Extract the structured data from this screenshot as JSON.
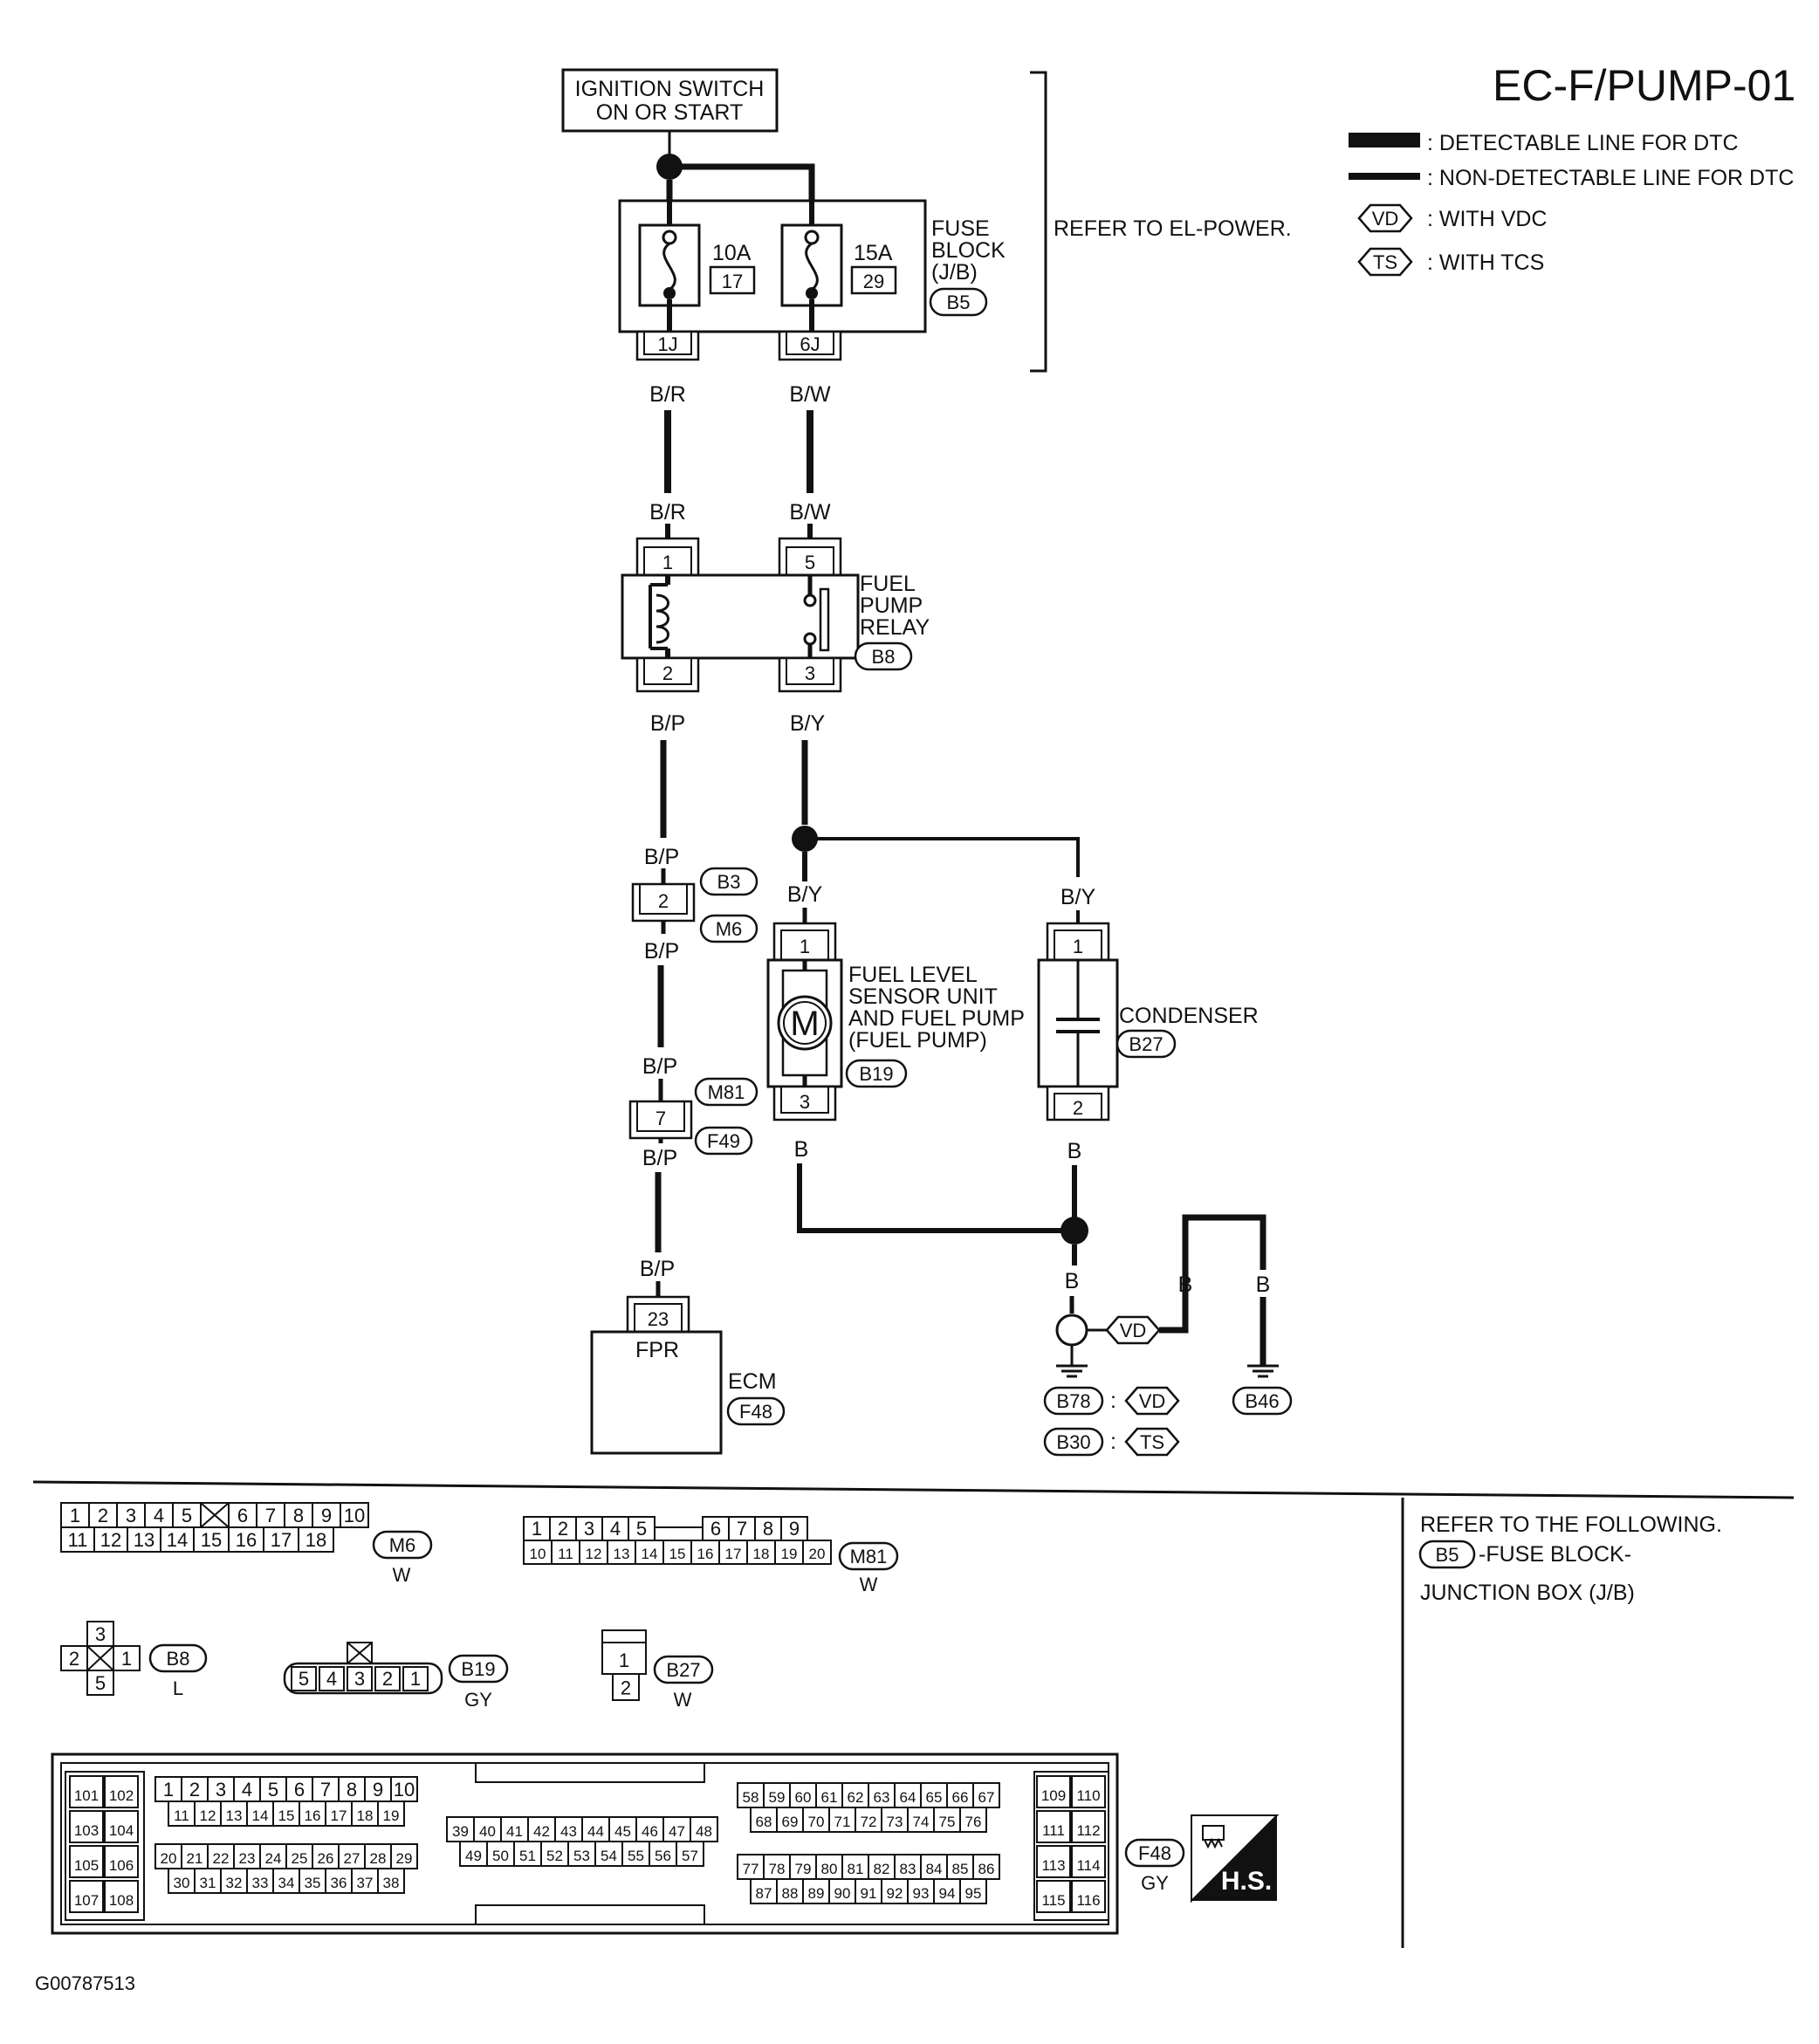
{
  "title": "EC-F/PUMP-01",
  "legend": {
    "detectable": ": DETECTABLE LINE FOR DTC",
    "non_detectable": ": NON-DETECTABLE LINE FOR DTC",
    "vd_tag": "VD",
    "vd_text": ": WITH VDC",
    "ts_tag": "TS",
    "ts_text": ": WITH TCS"
  },
  "ignition": {
    "line1": "IGNITION SWITCH",
    "line2": "ON OR START"
  },
  "refer_power": "REFER TO EL-POWER.",
  "fuse_block": {
    "name1": "FUSE",
    "name2": "BLOCK",
    "name3": "(J/B)",
    "connector": "B5",
    "fuse_a_rating": "10A",
    "fuse_a_no": "17",
    "fuse_a_term": "1J",
    "fuse_b_rating": "15A",
    "fuse_b_no": "29",
    "fuse_b_term": "6J"
  },
  "wires": {
    "br": "B/R",
    "bw": "B/W",
    "bp": "B/P",
    "by": "B/Y",
    "b": "B"
  },
  "relay": {
    "name1": "FUEL",
    "name2": "PUMP",
    "name3": "RELAY",
    "connector": "B8",
    "pin1": "1",
    "pin2": "2",
    "pin3": "3",
    "pin5": "5"
  },
  "joint_b3_m6": {
    "pin": "2",
    "conn_a": "B3",
    "conn_b": "M6"
  },
  "joint_m81_f49": {
    "pin": "7",
    "conn_a": "M81",
    "conn_b": "F49"
  },
  "fuel_pump": {
    "name1": "FUEL LEVEL",
    "name2": "SENSOR UNIT",
    "name3": "AND FUEL PUMP",
    "name4": "(FUEL PUMP)",
    "connector": "B19",
    "motor": "M",
    "pin1": "1",
    "pin3": "3"
  },
  "condenser": {
    "name": "CONDENSER",
    "connector": "B27",
    "pin1": "1",
    "pin2": "2"
  },
  "ecm": {
    "name": "ECM",
    "connector": "F48",
    "pin": "23",
    "terminal": "FPR"
  },
  "grounds": {
    "vd_tag": "VD",
    "ts_tag": "TS",
    "b78": "B78",
    "b30": "B30",
    "b46": "B46",
    "colon": ":"
  },
  "connectors_panel": {
    "m6": {
      "id": "M6",
      "color": "W",
      "row1": [
        "1",
        "2",
        "3",
        "4",
        "5",
        "",
        "6",
        "7",
        "8",
        "9",
        "10"
      ],
      "row2": [
        "11",
        "12",
        "13",
        "14",
        "15",
        "16",
        "17",
        "18"
      ]
    },
    "m81": {
      "id": "M81",
      "color": "W",
      "row1": [
        "1",
        "2",
        "3",
        "4",
        "5",
        "",
        "6",
        "7",
        "8",
        "9"
      ],
      "row2": [
        "10",
        "11",
        "12",
        "13",
        "14",
        "15",
        "16",
        "17",
        "18",
        "19",
        "20"
      ]
    },
    "b8": {
      "id": "B8",
      "color": "L",
      "top": "3",
      "left": "2",
      "right": "1",
      "bottom": "5"
    },
    "b19": {
      "id": "B19",
      "color": "GY",
      "pins": [
        "5",
        "4",
        "3",
        "2",
        "1"
      ]
    },
    "b27": {
      "id": "B27",
      "color": "W",
      "pins": [
        "1",
        "2"
      ]
    },
    "f48": {
      "id": "F48",
      "color": "GY",
      "hs": "H.S.",
      "block1": [
        [
          "101",
          "102"
        ],
        [
          "103",
          "104"
        ],
        [
          "105",
          "106"
        ],
        [
          "107",
          "108"
        ]
      ],
      "r1": [
        "1",
        "2",
        "3",
        "4",
        "5",
        "6",
        "7",
        "8",
        "9",
        "10"
      ],
      "r2": [
        "11",
        "12",
        "13",
        "14",
        "15",
        "16",
        "17",
        "18",
        "19"
      ],
      "r3": [
        "20",
        "21",
        "22",
        "23",
        "24",
        "25",
        "26",
        "27",
        "28",
        "29"
      ],
      "r4": [
        "30",
        "31",
        "32",
        "33",
        "34",
        "35",
        "36",
        "37",
        "38"
      ],
      "m1": [
        "39",
        "40",
        "41",
        "42",
        "43",
        "44",
        "45",
        "46",
        "47",
        "48"
      ],
      "m2": [
        "49",
        "50",
        "51",
        "52",
        "53",
        "54",
        "55",
        "56",
        "57"
      ],
      "s1": [
        "58",
        "59",
        "60",
        "61",
        "62",
        "63",
        "64",
        "65",
        "66",
        "67"
      ],
      "s2": [
        "68",
        "69",
        "70",
        "71",
        "72",
        "73",
        "74",
        "75",
        "76"
      ],
      "s3": [
        "77",
        "78",
        "79",
        "80",
        "81",
        "82",
        "83",
        "84",
        "85",
        "86"
      ],
      "s4": [
        "87",
        "88",
        "89",
        "90",
        "91",
        "92",
        "93",
        "94",
        "95"
      ],
      "block2": [
        [
          "109",
          "110"
        ],
        [
          "111",
          "112"
        ],
        [
          "113",
          "114"
        ],
        [
          "115",
          "116"
        ]
      ]
    }
  },
  "refer_following": {
    "line1": "REFER TO THE FOLLOWING.",
    "conn": "B5",
    "line2": "-FUSE BLOCK-",
    "line3": "JUNCTION BOX (J/B)"
  },
  "figure_id": "G00787513"
}
